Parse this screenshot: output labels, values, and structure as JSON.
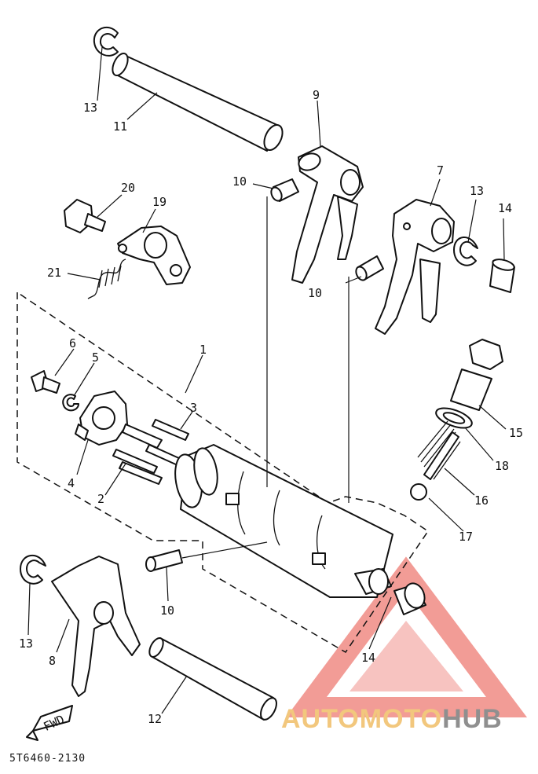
{
  "diagram": {
    "callouts": [
      "1",
      "2",
      "3",
      "4",
      "5",
      "6",
      "7",
      "8",
      "9",
      "10",
      "11",
      "12",
      "13",
      "14",
      "15",
      "16",
      "17",
      "18",
      "19",
      "20",
      "21"
    ],
    "direction_label": "FWD",
    "diagram_code": "5T6460-2130"
  },
  "watermark": {
    "brand_part1": "AUTOMOTO",
    "brand_part2": "HUB",
    "colors": {
      "triangle": "#ee7b73",
      "auto_moto": "#f2c77d",
      "hub": "#8f8f8f"
    }
  }
}
